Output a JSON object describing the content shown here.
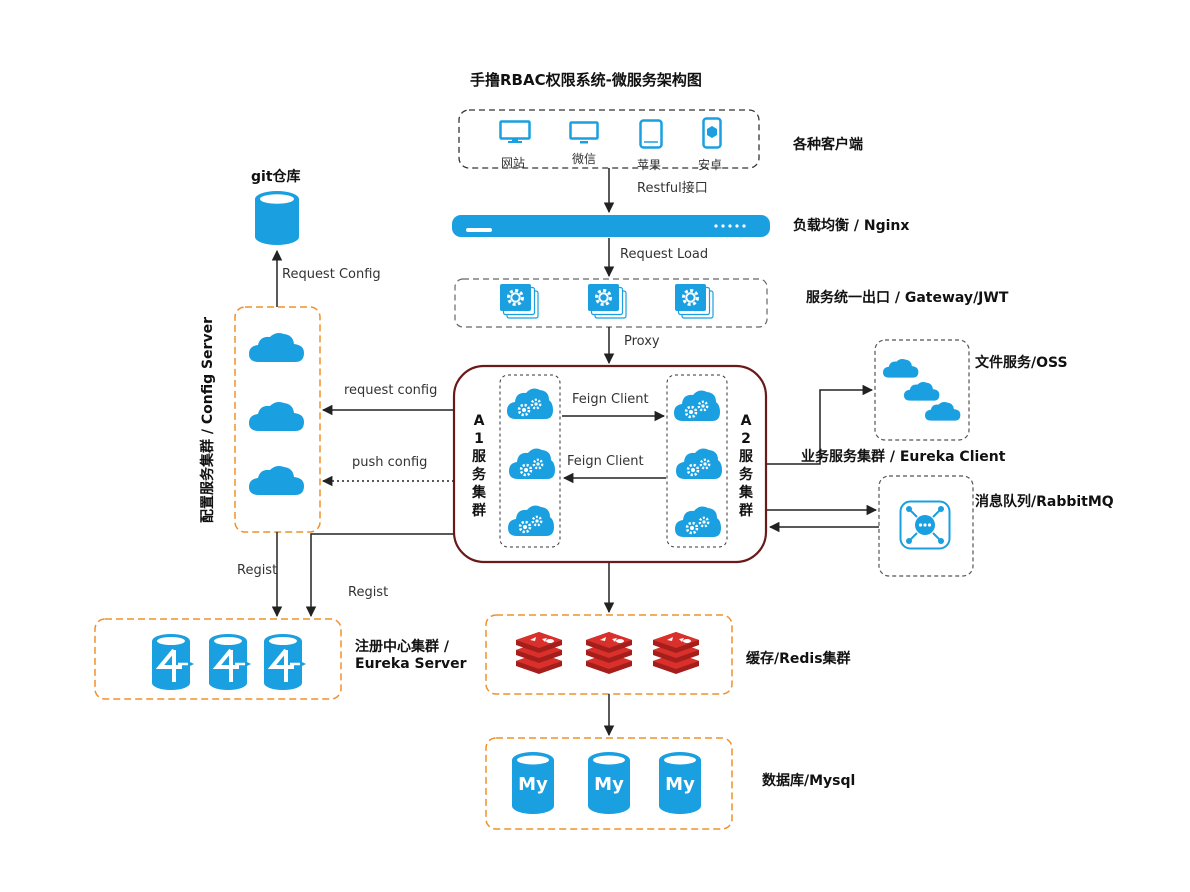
{
  "title": "手撸RBAC权限系统-微服务架构图",
  "clients": {
    "label": "各种客户端",
    "items": [
      {
        "name": "网站",
        "icon": "monitor-icon"
      },
      {
        "name": "微信",
        "icon": "monitor-icon"
      },
      {
        "name": "苹果",
        "icon": "tablet-icon"
      },
      {
        "name": "安卓",
        "icon": "phone-icon"
      }
    ]
  },
  "edges": {
    "restful": "Restful接口",
    "request_load": "Request Load",
    "proxy": "Proxy",
    "request_config_git": "Request  Config",
    "request_config": "request config",
    "push_config": "push config",
    "feign_a1_a2": "Feign Client",
    "feign_a2_a1": "Feign Client",
    "regist_1": "Regist",
    "regist_2": "Regist"
  },
  "nginx": {
    "label": "负载均衡 / Nginx"
  },
  "gateway": {
    "label": "服务统一出口 / Gateway/JWT"
  },
  "git": {
    "label": "git仓库"
  },
  "config_server": {
    "label": "配置服务集群 / Config Server"
  },
  "business": {
    "a1": "A1服务集群",
    "a2": "A2服务集群",
    "label": "业务服务集群 / Eureka Client"
  },
  "oss": {
    "label": "文件服务/OSS"
  },
  "mq": {
    "label": "消息队列/RabbitMQ"
  },
  "eureka": {
    "label_line1": "注册中心集群 /",
    "label_line2": "Eureka Server"
  },
  "redis": {
    "label": "缓存/Redis集群"
  },
  "mysql": {
    "label": "数据库/Mysql",
    "badge": "My"
  },
  "colors": {
    "accent": "#1a9fe0",
    "orange": "#f0902a",
    "redis": "#d9302c",
    "business_border": "#6b1a1a",
    "line": "#222222"
  }
}
